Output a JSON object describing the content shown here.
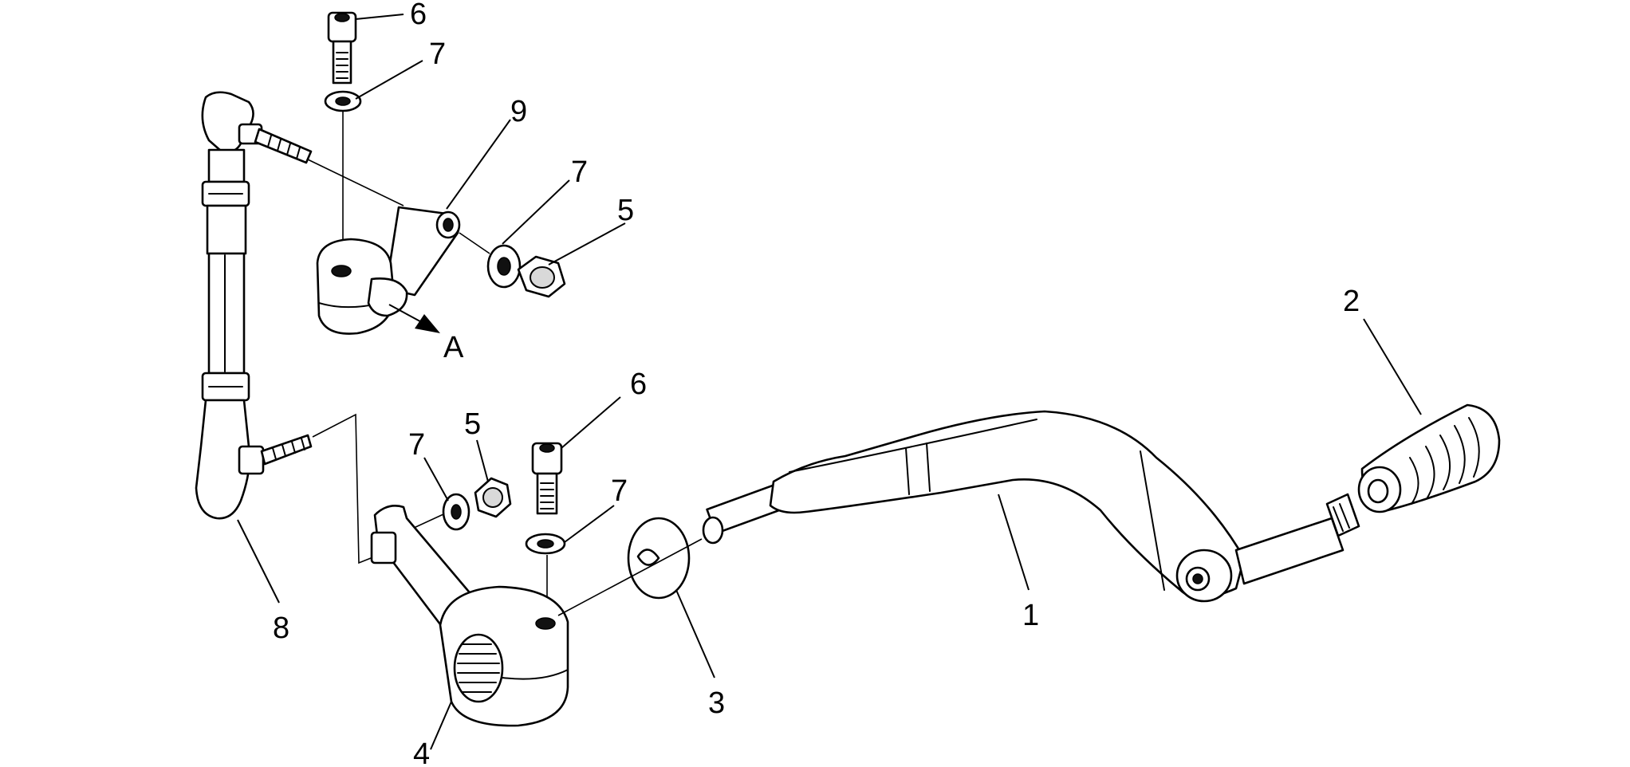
{
  "diagram": {
    "callouts": [
      {
        "id": "c1",
        "label": "1"
      },
      {
        "id": "c2",
        "label": "2"
      },
      {
        "id": "c3",
        "label": "3"
      },
      {
        "id": "c4",
        "label": "4"
      },
      {
        "id": "c5a",
        "label": "5"
      },
      {
        "id": "c5b",
        "label": "5"
      },
      {
        "id": "c6a",
        "label": "6"
      },
      {
        "id": "c6b",
        "label": "6"
      },
      {
        "id": "c7a",
        "label": "7"
      },
      {
        "id": "c7b",
        "label": "7"
      },
      {
        "id": "c7c",
        "label": "7"
      },
      {
        "id": "c7d",
        "label": "7"
      },
      {
        "id": "c8",
        "label": "8"
      },
      {
        "id": "c9",
        "label": "9"
      }
    ],
    "direction_label": "A"
  }
}
